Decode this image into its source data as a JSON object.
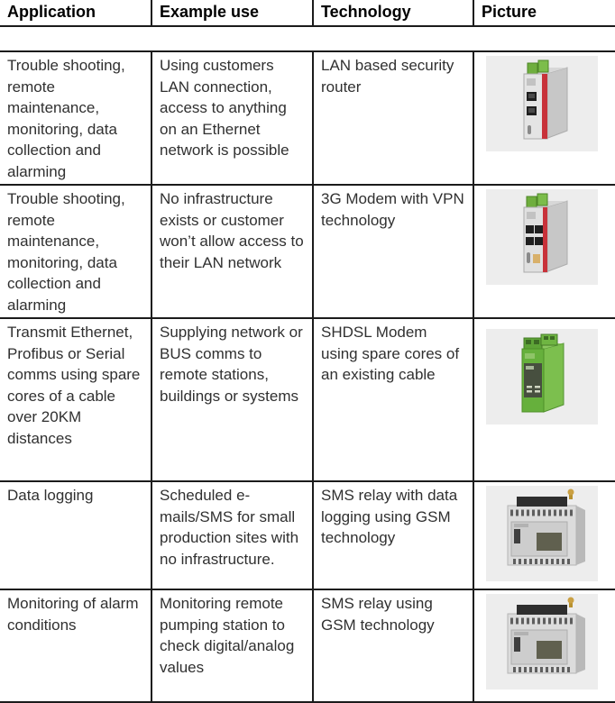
{
  "colors": {
    "table_border": "#1b1b1b",
    "photo_background": "#ededed",
    "router_red_stripe": "#c8323a",
    "device_green": "#64ad3d",
    "relay_antenna_gold": "#b8912f"
  },
  "table": {
    "headers": [
      "Application",
      "Example use",
      "Technology",
      "Picture"
    ],
    "rows": [
      {
        "application": "Trouble shooting, remote maintenance, monitoring, data collection and alarming",
        "example_use": "Using customers LAN connection, access to anything on an Ethernet network is possible",
        "technology": "LAN based security router",
        "picture": "lan-security-router-photo"
      },
      {
        "application": "Trouble shooting, remote maintenance, monitoring, data collection and alarming",
        "example_use": "No infrastructure exists or customer won’t allow access to their LAN network",
        "technology": "3G Modem with VPN technology",
        "picture": "3g-vpn-modem-photo"
      },
      {
        "application": "Transmit Ethernet, Profibus or Serial comms using spare cores of a cable over 20KM distances",
        "example_use": "Supplying network or BUS comms to remote stations, buildings or systems",
        "technology": "SHDSL Modem using spare cores of an existing cable",
        "picture": "shdsl-modem-photo"
      },
      {
        "application": "Data logging",
        "example_use": "Scheduled e-mails/SMS for small production sites with no infrastructure.",
        "technology": "SMS relay with data logging using GSM technology",
        "picture": "sms-relay-datalogger-photo"
      },
      {
        "application": "Monitoring of alarm conditions",
        "example_use": "Monitoring remote pumping station to check digital/analog values",
        "technology": "SMS relay using GSM technology",
        "picture": "sms-relay-photo"
      }
    ]
  }
}
